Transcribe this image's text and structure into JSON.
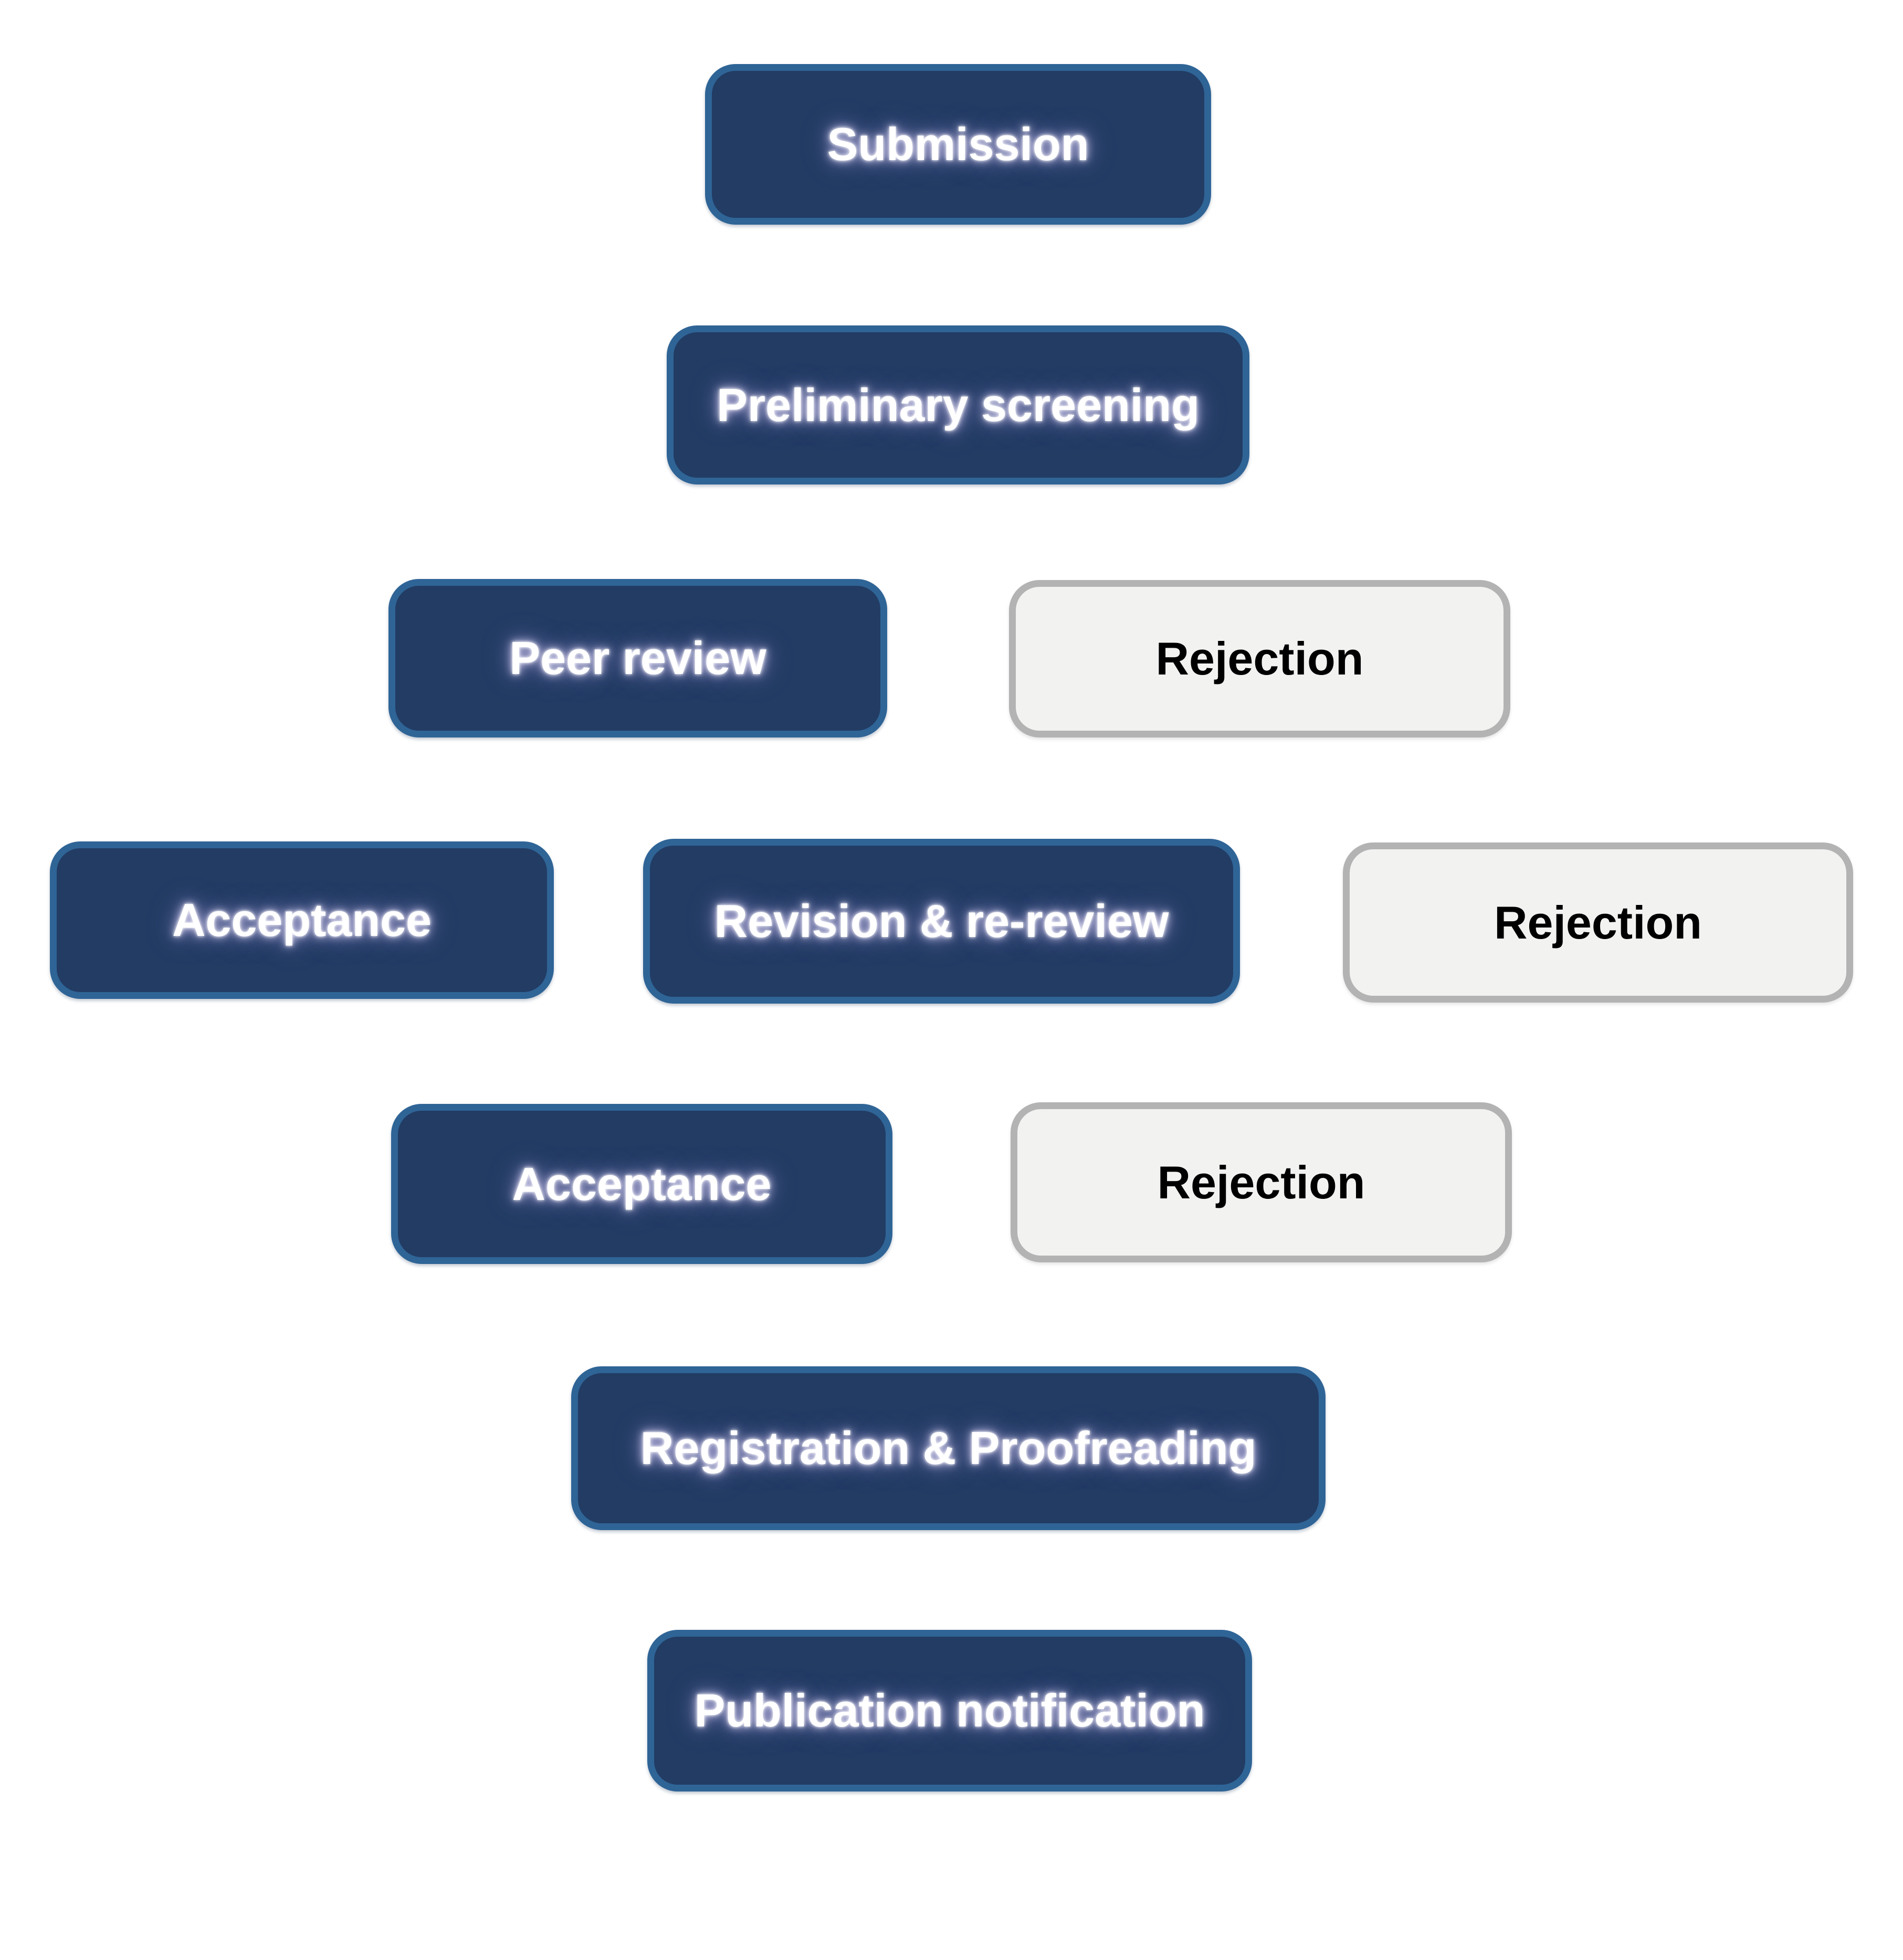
{
  "diagram": {
    "kind": "flowchart",
    "background": "#ffffff",
    "connectors": "none"
  },
  "colors": {
    "primary_fill": "#223c64",
    "primary_border": "#2f6496",
    "primary_text": "#ffffff",
    "primary_text_glow": "#b8aede",
    "secondary_fill": "#f2f2f1",
    "secondary_border": "#b3b3b3",
    "secondary_text": "#000000"
  },
  "nodes": [
    {
      "id": "submission",
      "label": "Submission",
      "style": "primary",
      "row": 1
    },
    {
      "id": "screening",
      "label": "Preliminary screening",
      "style": "primary",
      "row": 2
    },
    {
      "id": "peer-review",
      "label": "Peer review",
      "style": "primary",
      "row": 3
    },
    {
      "id": "rejection-1",
      "label": "Rejection",
      "style": "secondary",
      "row": 3
    },
    {
      "id": "acceptance-1",
      "label": "Acceptance",
      "style": "primary",
      "row": 4
    },
    {
      "id": "revision",
      "label": "Revision & re-review",
      "style": "primary",
      "row": 4
    },
    {
      "id": "rejection-2",
      "label": "Rejection",
      "style": "secondary",
      "row": 4
    },
    {
      "id": "acceptance-2",
      "label": "Acceptance",
      "style": "primary",
      "row": 5
    },
    {
      "id": "rejection-3",
      "label": "Rejection",
      "style": "secondary",
      "row": 5
    },
    {
      "id": "registration",
      "label": "Registration & Proofreading",
      "style": "primary",
      "row": 6
    },
    {
      "id": "publication",
      "label": "Publication notification",
      "style": "primary",
      "row": 7
    }
  ]
}
